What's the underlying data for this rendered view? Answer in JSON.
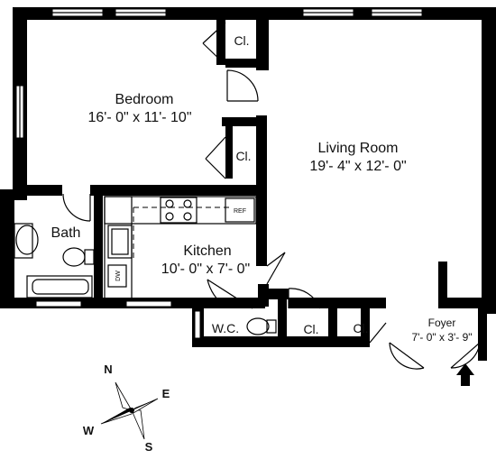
{
  "rooms": {
    "bedroom": {
      "name": "Bedroom",
      "dims": "16'- 0\" x 11'- 10\""
    },
    "living_room": {
      "name": "Living Room",
      "dims": "19'- 4\" x 12'- 0\""
    },
    "kitchen": {
      "name": "Kitchen",
      "dims": "10'- 0\" x 7'- 0\""
    },
    "bath": {
      "name": "Bath"
    },
    "wc": {
      "name": "W.C."
    },
    "foyer": {
      "name": "Foyer",
      "dims": "7'- 0\" x 3'- 9\""
    },
    "closets": [
      "Cl.",
      "Cl.",
      "Cl.",
      "Cl."
    ]
  },
  "appliances": {
    "refrigerator": "REF",
    "dishwasher": "DW"
  },
  "compass": {
    "n": "N",
    "e": "E",
    "s": "S",
    "w": "W",
    "north_color": "#e02020"
  }
}
